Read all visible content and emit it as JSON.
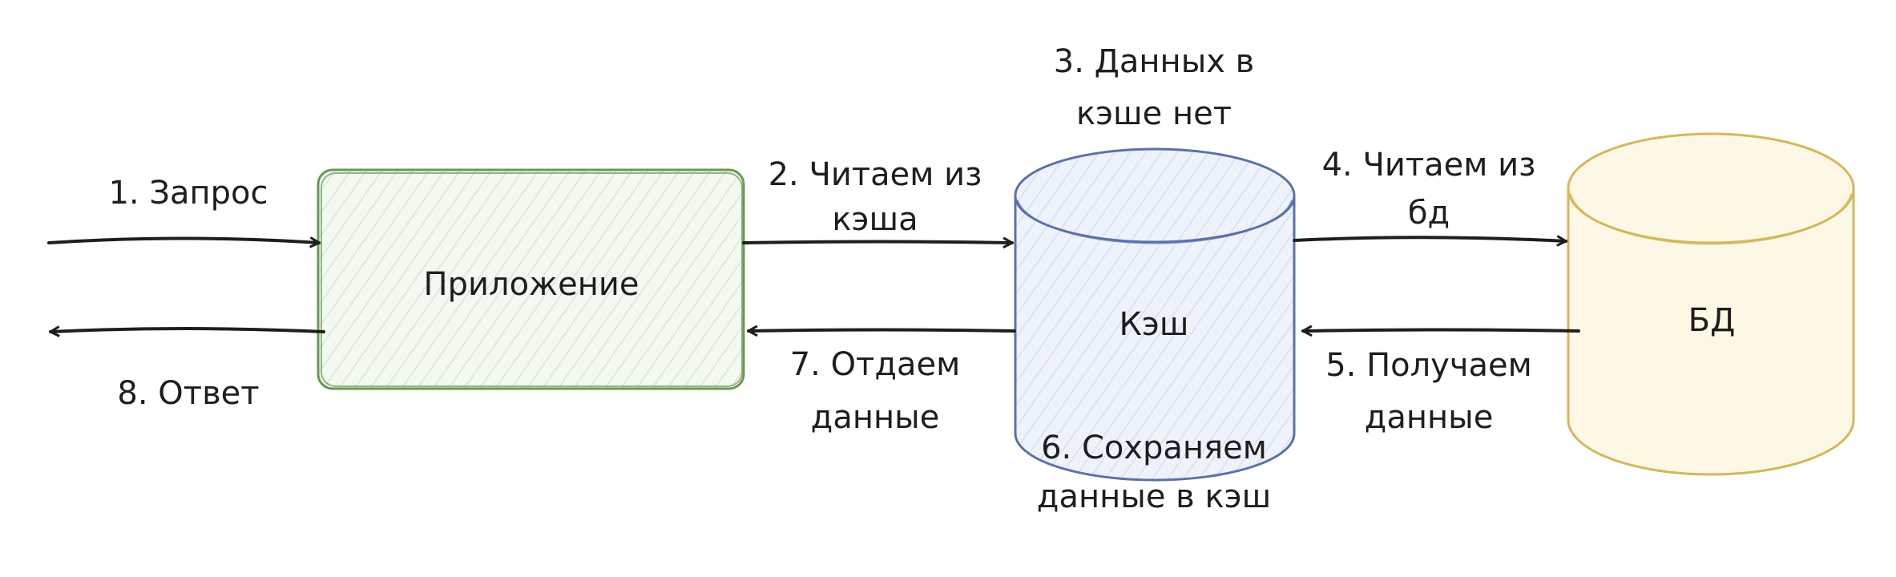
{
  "nodes": {
    "app": {
      "label": "Приложение",
      "stroke": "#6a9955",
      "fill": "#e8f3e3"
    },
    "cache": {
      "label": "Кэш",
      "stroke": "#5b72a8",
      "fill": "#e4ebf8"
    },
    "db": {
      "label": "БД",
      "stroke": "#d4b85a",
      "fill": "#fdf8e6"
    }
  },
  "edges": {
    "request": {
      "line1": "1. Запрос"
    },
    "response": {
      "line1": "8. Ответ"
    },
    "read_cache": {
      "line1": "2. Читаем из",
      "line2": "кэша"
    },
    "return_data": {
      "line1": "7. Отдаем",
      "line2": "данные"
    },
    "read_db": {
      "line1": "4. Читаем из",
      "line2": "бд"
    },
    "get_data": {
      "line1": "5. Получаем",
      "line2": "данные"
    }
  },
  "notes": {
    "cache_miss": {
      "line1": "3. Данных в",
      "line2": "кэше нет"
    },
    "save_cache": {
      "line1": "6. Сохраняем",
      "line2": "данные в кэш"
    }
  }
}
